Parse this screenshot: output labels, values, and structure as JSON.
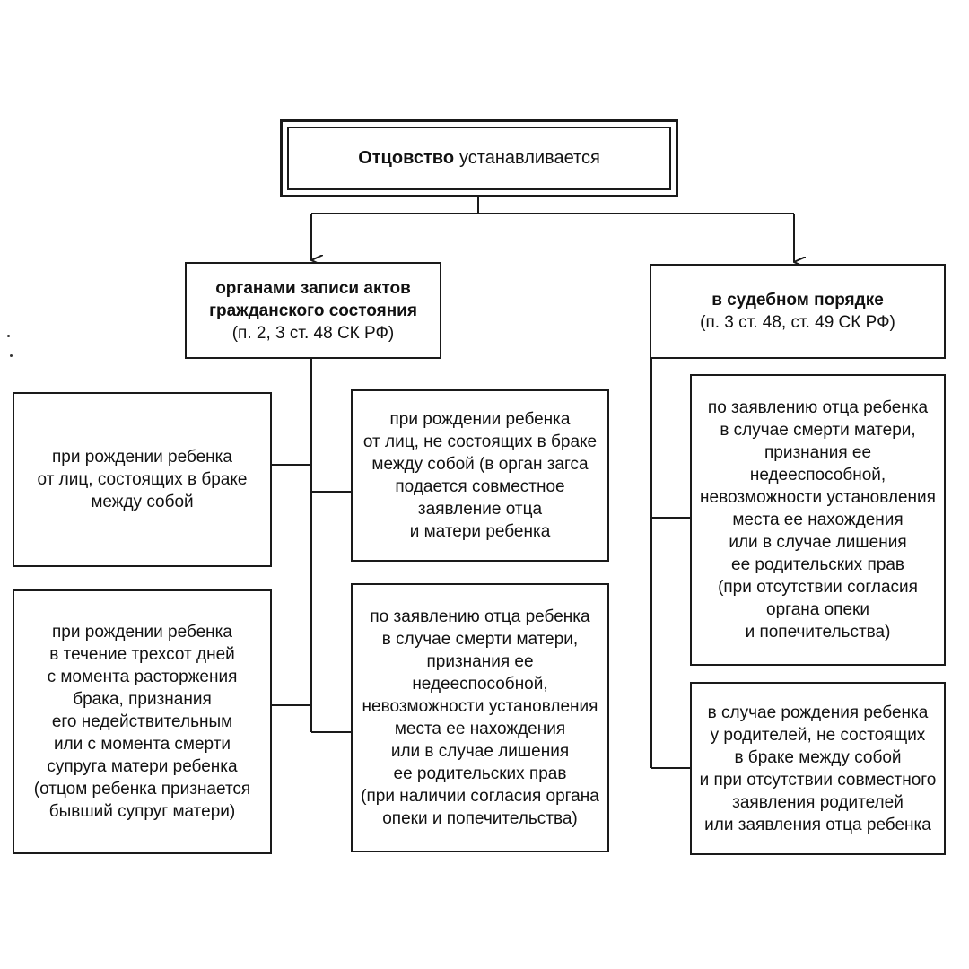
{
  "root": {
    "bold": "Отцовство",
    "rest": "устанавливается"
  },
  "branches": {
    "left": {
      "head": "органами записи актов\nгражданского состояния",
      "ref": "(п. 2, 3 ст. 48 СК РФ)"
    },
    "right": {
      "head": "в судебном порядке",
      "ref": "(п. 3 ст. 48, ст. 49 СК РФ)"
    }
  },
  "left_cases": [
    "при рождении ребенка\nот лиц, состоящих в браке\nмежду собой",
    "при рождении ребенка\nот лиц, не состоящих в браке\nмежду собой (в орган загса\nподается совместное\nзаявление отца\nи матери ребенка",
    "при рождении ребенка\nв течение трехсот дней\nс момента расторжения\nбрака, признания\nего недействительным\nили с момента смерти\nсупруга матери ребенка\n(отцом ребенка признается\nбывший супруг матери)",
    "по заявлению отца ребенка\nв случае смерти матери,\nпризнания ее\nнедееспособной,\nневозможности установления\nместа ее нахождения\nили в случае лишения\nее родительских прав\n(при наличии согласия органа\nопеки и попечительства)"
  ],
  "right_cases": [
    "по заявлению отца ребенка\nв случае смерти матери,\nпризнания ее\nнедееспособной,\nневозможности установления\nместа ее нахождения\nили в случае лишения\nее родительских прав\n(при отсутствии согласия\nоргана опеки\nи попечительства)",
    "в случае рождения ребенка\nу родителей, не состоящих\nв браке между собой\nи при отсутствии совместного\nзаявления родителей\nили заявления отца ребенка"
  ],
  "colors": {
    "line": "#1a1a1a",
    "background": "#ffffff"
  }
}
